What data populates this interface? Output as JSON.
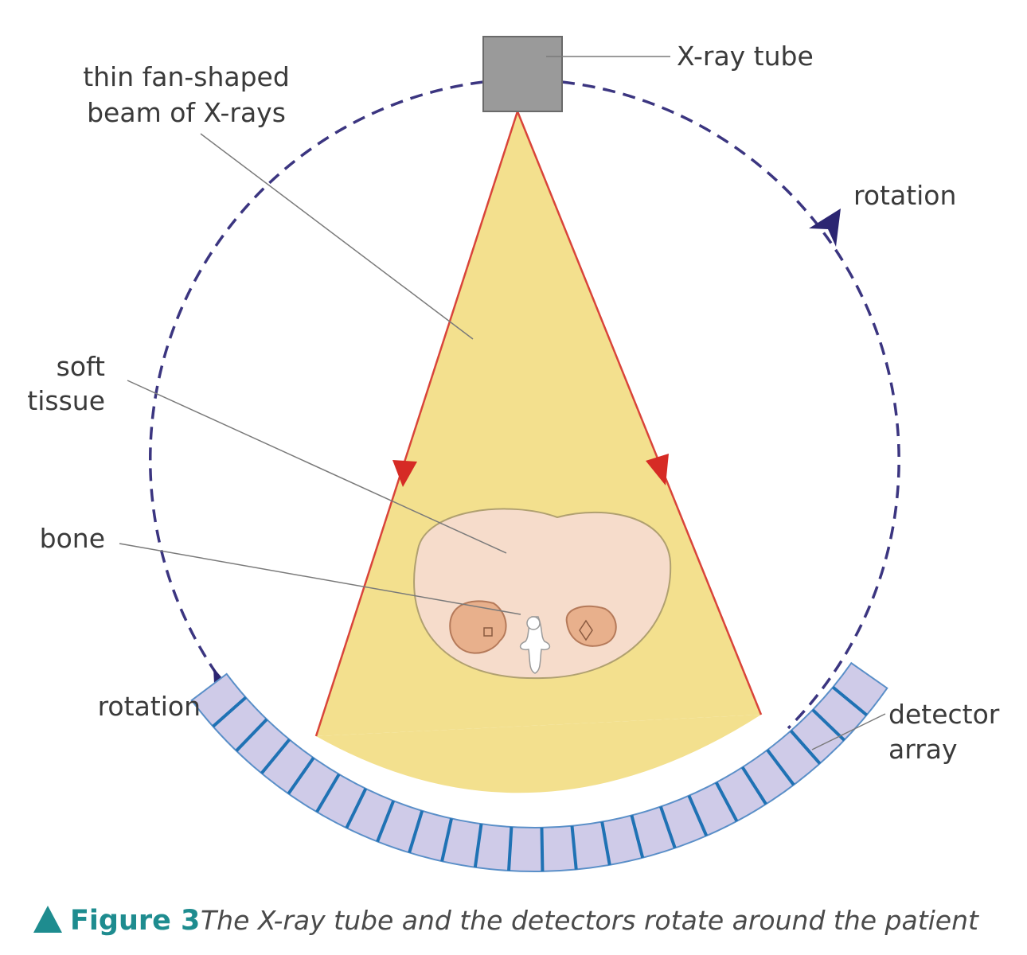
{
  "labels": {
    "xray_tube": "X-ray tube",
    "beam_line1": "thin fan-shaped",
    "beam_line2": "beam of X-rays",
    "rotation_right": "rotation",
    "soft_line1": "soft",
    "soft_line2": "tissue",
    "bone": "bone",
    "rotation_left": "rotation",
    "detector_line1": "detector",
    "detector_line2": "array"
  },
  "caption": {
    "figure": "Figure 3",
    "text": "The X-ray tube and the detectors rotate around the patient"
  },
  "colors": {
    "beam_fill": "#f3e08e",
    "beam_edge": "#d9443a",
    "orbit": "#3b3580",
    "tube": "#9a9a9a",
    "body": "#f6dccb",
    "organ": "#e8b08c",
    "detector_fill": "#cfcbe8",
    "detector_line": "#1f72b4",
    "caption_accent": "#1e8c8f"
  },
  "detector": {
    "element_count": 24
  }
}
